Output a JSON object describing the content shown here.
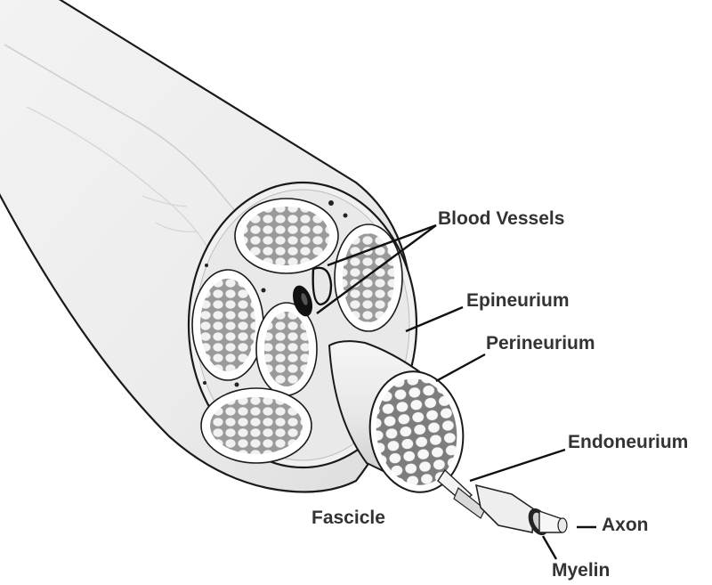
{
  "labels": {
    "blood_vessels": "Blood Vessels",
    "epineurium": "Epineurium",
    "perineurium": "Perineurium",
    "endoneurium": "Endoneurium",
    "fascicle": "Fascicle",
    "axon": "Axon",
    "myelin": "Myelin"
  },
  "colors": {
    "outline": "#1a1a1a",
    "tissue_light": "#f4f4f4",
    "tissue_shade": "#d6d6d6",
    "text": "#333333"
  }
}
